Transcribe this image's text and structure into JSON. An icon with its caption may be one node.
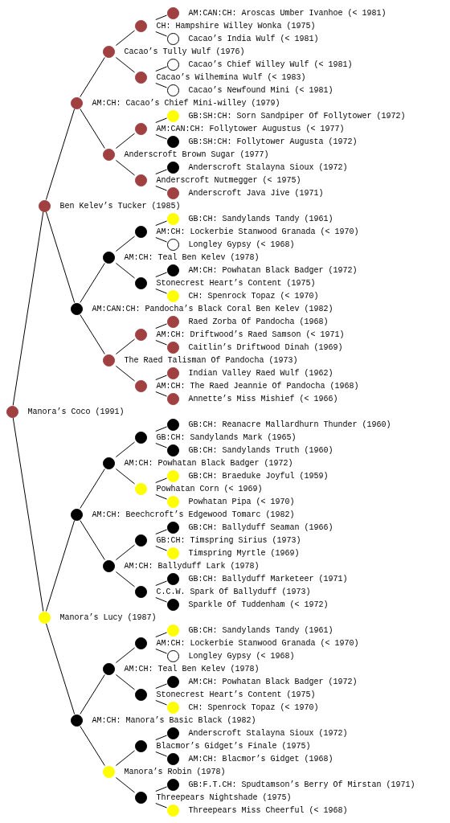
{
  "diagram": {
    "nodes": [
      {
        "text": [
          "AM:CAN:CH: Aroscas Umber Ivanhoe (< 1981)"
        ]
      },
      {
        "text": [
          "CH: Hampshire Willey Wonka (1975)"
        ]
      },
      {
        "text": [
          "Cacao’s India Wulf (< 1981)"
        ]
      },
      {
        "text": [
          "Cacao’s Tully Wulf (1976)"
        ]
      },
      {
        "text": [
          "Cacao’s Chief Willey Wulf (< 1981)"
        ]
      },
      {
        "text": [
          "Cacao’s Wilhemina Wulf (< 1983)"
        ]
      },
      {
        "text": [
          "Cacao’s Newfound Mini (< 1981)"
        ]
      },
      {
        "text": [
          "AM:CH: Cacao’s Chief Mini-willey (1979)"
        ]
      },
      {
        "text": [
          "GB:SH:CH: Sorn Sandpiper Of Follytower (1972)"
        ]
      },
      {
        "text": [
          "AM:CAN:CH: Follytower Augustus (< 1977)"
        ]
      },
      {
        "text": [
          "GB:SH:CH: Follytower Augusta (1972)"
        ]
      },
      {
        "text": [
          "Anderscroft Brown Sugar (1977)"
        ]
      },
      {
        "text": [
          "Anderscroft Stalayna Sioux (1972)"
        ]
      },
      {
        "text": [
          "Anderscroft Nutmegger (< 1975)"
        ]
      },
      {
        "text": [
          "Anderscroft Java Jive (1971)"
        ]
      },
      {
        "text": [
          "Ben Kelev’s Tucker (1985)"
        ]
      },
      {
        "text": [
          "GB:CH: Sandylands Tandy (1961)"
        ]
      },
      {
        "text": [
          "AM:CH: Lockerbie Stanwood Granada (< 1970)"
        ]
      },
      {
        "text": [
          "Longley Gypsy (< 1968)"
        ]
      },
      {
        "text": [
          "AM:CH: Teal Ben Kelev (1978)"
        ]
      },
      {
        "text": [
          "AM:CH: Powhatan Black Badger (1972)"
        ]
      },
      {
        "text": [
          "Stonecrest Heart’s Content (1975)"
        ]
      },
      {
        "text": [
          "CH: Spenrock Topaz (< 1970)"
        ]
      },
      {
        "text": [
          "AM:CAN:CH: Pandocha’s Black Coral Ben Kelev (1982)"
        ]
      },
      {
        "text": [
          "Raed Zorba Of Pandocha (1968)"
        ]
      },
      {
        "text": [
          "AM:CH: Driftwood’s Raed Samson (< 1971)"
        ]
      },
      {
        "text": [
          "Caitlin’s Driftwood Dinah (1969)"
        ]
      },
      {
        "text": [
          "The Raed Talisman Of Pandocha (1973)"
        ]
      },
      {
        "text": [
          "Indian Valley Raed Wulf (1962)"
        ]
      },
      {
        "text": [
          "AM:CH: The Raed Jeannie Of Pandocha (1968)"
        ]
      },
      {
        "text": [
          "Annette’s Miss Mishief (< 1966)"
        ]
      },
      {
        "text": [
          "Manora’s Coco (1991)"
        ]
      },
      {
        "text": [
          "GB:CH: Reanacre Mallardhurn Thunder (1960)"
        ]
      },
      {
        "text": [
          "GB:CH: Sandylands Mark (1965)"
        ]
      },
      {
        "text": [
          "GB:CH: Sandylands Truth (1960)"
        ]
      },
      {
        "text": [
          "AM:CH: Powhatan Black Badger (1972)"
        ]
      },
      {
        "text": [
          "GB:CH: Braeduke Joyful (1959)"
        ]
      },
      {
        "text": [
          "Powhatan Corn (< 1969)"
        ]
      },
      {
        "text": [
          "Powhatan Pipa (< 1970)"
        ]
      },
      {
        "text": [
          "AM:CH: Beechcroft’s Edgewood Tomarc (1982)"
        ]
      },
      {
        "text": [
          "GB:CH: Ballyduff Seaman (1966)"
        ]
      },
      {
        "text": [
          "GB:CH: Timspring Sirius (1973)"
        ]
      },
      {
        "text": [
          "Timspring Myrtle (1969)"
        ]
      },
      {
        "text": [
          "AM:CH: Ballyduff Lark (1978)"
        ]
      },
      {
        "text": [
          "GB:CH: Ballyduff Marketeer (1971)"
        ]
      },
      {
        "text": [
          "C.C.W. Spark Of Ballyduff (1973)"
        ]
      },
      {
        "text": [
          "Sparkle Of Tuddenham (< 1972)"
        ]
      },
      {
        "text": [
          "Manora’s Lucy (1987)"
        ]
      },
      {
        "text": [
          "GB:CH: Sandylands Tandy (1961)"
        ]
      },
      {
        "text": [
          "AM:CH: Lockerbie Stanwood Granada (< 1970)"
        ]
      },
      {
        "text": [
          "Longley Gypsy (< 1968)"
        ]
      },
      {
        "text": [
          "AM:CH: Teal Ben Kelev (1978)"
        ]
      },
      {
        "text": [
          "AM:CH: Powhatan Black Badger (1972)"
        ]
      },
      {
        "text": [
          "Stonecrest Heart’s Content (1975)"
        ]
      },
      {
        "text": [
          "CH: Spenrock Topaz (< 1970)"
        ]
      },
      {
        "text": [
          "AM:CH: Manora’s Basic Black (1982)"
        ]
      },
      {
        "text": [
          "Anderscroft Stalayna Sioux (1972)"
        ]
      },
      {
        "text": [
          "Blacmor’s Gidget’s Finale (1975)"
        ]
      },
      {
        "text": [
          "AM:CH: Blacmor’s Gidget (1968)"
        ]
      },
      {
        "text": [
          "Manora’s Robin (1978)"
        ]
      },
      {
        "text": [
          "GB:F.T.CH: Spudtamson’s Berry Of Mirstan (1971)"
        ]
      },
      {
        "text": [
          "Threepears Nightshade (1975)"
        ]
      },
      {
        "text": [
          "Threepears Miss Cheerful (< 1968)"
        ]
      }
    ],
    "edges": [
      {
        "from": 31,
        "to": 15,
        "arrow": "none"
      },
      {
        "from": 31,
        "to": 47,
        "arrow": "none"
      },
      {
        "from": 15,
        "to": 7,
        "arrow": "none"
      },
      {
        "from": 15,
        "to": 23,
        "arrow": "none"
      },
      {
        "from": 47,
        "to": 39,
        "arrow": "none"
      },
      {
        "from": 47,
        "to": 55,
        "arrow": "none"
      },
      {
        "from": 7,
        "to": 3,
        "arrow": "none"
      },
      {
        "from": 7,
        "to": 11,
        "arrow": "none"
      },
      {
        "from": 23,
        "to": 19,
        "arrow": "none"
      },
      {
        "from": 23,
        "to": 27,
        "arrow": "none"
      },
      {
        "from": 39,
        "to": 35,
        "arrow": "none"
      },
      {
        "from": 39,
        "to": 43,
        "arrow": "none"
      },
      {
        "from": 55,
        "to": 51,
        "arrow": "none"
      },
      {
        "from": 55,
        "to": 59,
        "arrow": "none"
      },
      {
        "from": 3,
        "to": 1,
        "arrow": "none"
      },
      {
        "from": 3,
        "to": 5,
        "arrow": "none"
      },
      {
        "from": 11,
        "to": 9,
        "arrow": "none"
      },
      {
        "from": 11,
        "to": 13,
        "arrow": "none"
      },
      {
        "from": 19,
        "to": 17,
        "arrow": "none"
      },
      {
        "from": 19,
        "to": 21,
        "arrow": "none"
      },
      {
        "from": 27,
        "to": 25,
        "arrow": "none"
      },
      {
        "from": 27,
        "to": 29,
        "arrow": "none"
      },
      {
        "from": 35,
        "to": 33,
        "arrow": "none"
      },
      {
        "from": 35,
        "to": 37,
        "arrow": "none"
      },
      {
        "from": 43,
        "to": 41,
        "arrow": "none"
      },
      {
        "from": 43,
        "to": 45,
        "arrow": "none"
      },
      {
        "from": 51,
        "to": 49,
        "arrow": "none"
      },
      {
        "from": 51,
        "to": 53,
        "arrow": "none"
      },
      {
        "from": 59,
        "to": 57,
        "arrow": "none"
      },
      {
        "from": 59,
        "to": 61,
        "arrow": "none"
      },
      {
        "from": 1,
        "to": 0,
        "arrow": "none"
      },
      {
        "from": 1,
        "to": 2,
        "arrow": "none"
      },
      {
        "from": 5,
        "to": 4,
        "arrow": "none"
      },
      {
        "from": 5,
        "to": 6,
        "arrow": "none"
      },
      {
        "from": 9,
        "to": 8,
        "arrow": "none"
      },
      {
        "from": 9,
        "to": 10,
        "arrow": "none"
      },
      {
        "from": 13,
        "to": 12,
        "arrow": "none"
      },
      {
        "from": 13,
        "to": 14,
        "arrow": "none"
      },
      {
        "from": 17,
        "to": 16,
        "arrow": "none"
      },
      {
        "from": 17,
        "to": 18,
        "arrow": "none"
      },
      {
        "from": 21,
        "to": 20,
        "arrow": "none"
      },
      {
        "from": 21,
        "to": 22,
        "arrow": "none"
      },
      {
        "from": 25,
        "to": 24,
        "arrow": "none"
      },
      {
        "from": 25,
        "to": 26,
        "arrow": "none"
      },
      {
        "from": 29,
        "to": 28,
        "arrow": "none"
      },
      {
        "from": 29,
        "to": 30,
        "arrow": "none"
      },
      {
        "from": 33,
        "to": 32,
        "arrow": "none"
      },
      {
        "from": 33,
        "to": 34,
        "arrow": "none"
      },
      {
        "from": 37,
        "to": 36,
        "arrow": "none"
      },
      {
        "from": 37,
        "to": 38,
        "arrow": "none"
      },
      {
        "from": 41,
        "to": 40,
        "arrow": "none"
      },
      {
        "from": 41,
        "to": 42,
        "arrow": "none"
      },
      {
        "from": 45,
        "to": 44,
        "arrow": "none"
      },
      {
        "from": 45,
        "to": 46,
        "arrow": "none"
      },
      {
        "from": 49,
        "to": 48,
        "arrow": "none"
      },
      {
        "from": 49,
        "to": 50,
        "arrow": "none"
      },
      {
        "from": 53,
        "to": 52,
        "arrow": "none"
      },
      {
        "from": 53,
        "to": 54,
        "arrow": "none"
      },
      {
        "from": 57,
        "to": 56,
        "arrow": "none"
      },
      {
        "from": 57,
        "to": 58,
        "arrow": "none"
      },
      {
        "from": 61,
        "to": 60,
        "arrow": "none"
      },
      {
        "from": 61,
        "to": 62,
        "arrow": "none"
      }
    ]
  }
}
